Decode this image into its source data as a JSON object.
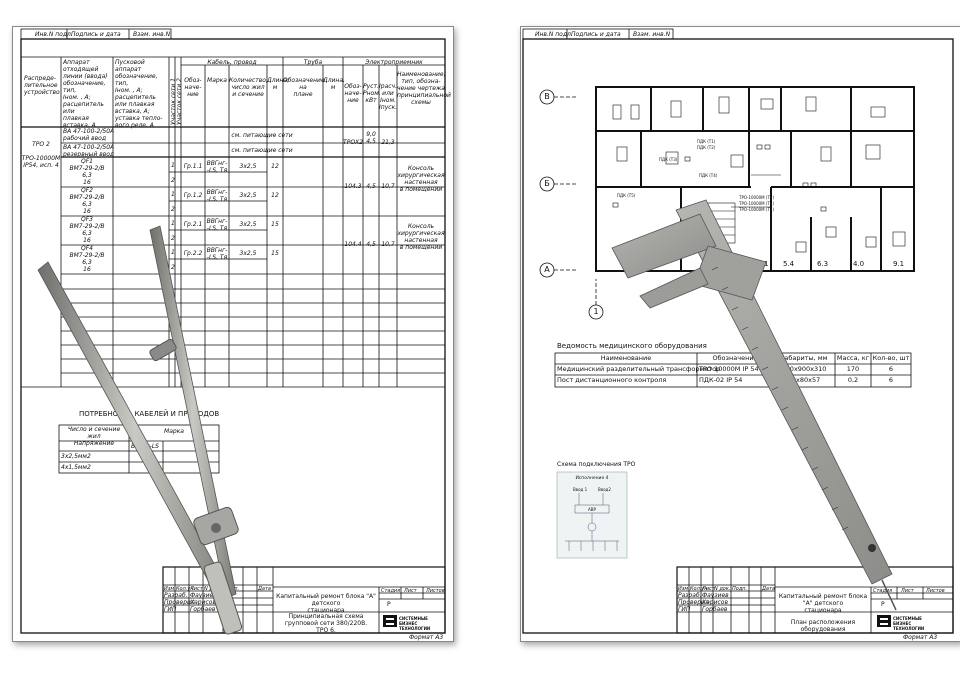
{
  "left_sheet": {
    "inv_labels": [
      "Инв.N подл.",
      "Подпись и дата",
      "Взам. инв.N"
    ],
    "headers": {
      "distribution": "Распреде-\nлительное\nустройство",
      "apparatus": "Аппарат\nотходящей\nлинии (ввода)\nобозначение,\nтип,\nIном. , А;\nрасцепитель\nили\nплавкая\nвставка, А",
      "launcher": "Пусковой\nаппарат\nобозначение,\nтип,\nIном. , А;\nрасцепитель\nили плавкая\nвставка, А;\nуставка тепло-\nвого реле, А",
      "section_num1": "Участок сети 1",
      "section_num2": "Участок сети 2",
      "cable_group": "Кабель, провод",
      "cable_designation": "Обоз-\nначе-\nние",
      "cable_mark": "Марка",
      "cable_count": "Количество,\nчисло жил\nи сечение",
      "cable_length": "Длина,\nм",
      "pipe_group": "Труба",
      "pipe_designation": "Обозначение\nна\nплане",
      "pipe_length": "Длина,\nм",
      "receiver_group": "Электроприемник",
      "rec_designation": "Обоз-\nначе-\nние",
      "rec_power": "Руст.\nРном.\nкВт",
      "rec_current": "Iрасч.\nили\nIном.\nIпуск.",
      "rec_name": "Наименование,\nтип, обозна-\nчение чертежа\nпринципиальной\nсхемы"
    },
    "device": {
      "name": "ТРО 2",
      "type": "ТРО-10000М\nIP54, исп. 4"
    },
    "inputs": [
      {
        "apparatus": "ВА 47-100-2/50А\nрабочий ввод",
        "note": "см. питающие сети"
      },
      {
        "apparatus": "ВА 47-100-2/50А\nрезервный ввод",
        "note": "см. питающие сети"
      }
    ],
    "input_receiver": {
      "designation": "ТРОХ2",
      "power": "9,0\n4,5",
      "current": "21,3"
    },
    "lines": [
      {
        "apparatus": "QF1\nВМ7-29-2/В\n6,3\n16",
        "designation": "Гр.1.1",
        "mark": "ВВГнг-\n-LS, Тя",
        "count": "3х2,5",
        "length": "12",
        "rows": [
          "1",
          "2"
        ]
      },
      {
        "apparatus": "QF2\nВМ7-29-2/В\n6,3\n16",
        "designation": "Гр.1.2",
        "mark": "ВВГнг-\n-LS, Тя",
        "count": "3х2,5",
        "length": "12",
        "rows": [
          "1",
          "2"
        ]
      },
      {
        "apparatus": "QF3\nВМ7-29-2/В\n6,3\n16",
        "designation": "Гр.2.1",
        "mark": "ВВГнг-\n-LS, Тя",
        "count": "3х2,5",
        "length": "15",
        "rows": [
          "1",
          "2"
        ]
      },
      {
        "apparatus": "QF4\nВМ7-29-2/В\n6,3\n16",
        "designation": "Гр.2.2",
        "mark": "ВВГнг-\n-LS, Тя",
        "count": "3х2,5",
        "length": "15",
        "rows": [
          "1",
          "2"
        ]
      }
    ],
    "line_receivers": [
      {
        "designation": "104.3",
        "power": "4,5",
        "current": "10,7",
        "name": "Консоль\nхирургическая\nнастенная\nв помещении"
      },
      {
        "designation": "104.4",
        "power": "4,5",
        "current": "10,7",
        "name": "Консоль\nхирургическая\nнастенная\nв помещении"
      }
    ],
    "cable_needs": {
      "title": "ПОТРЕБНОСТЬ КАБЕЛЕЙ И ПРОВОДОВ",
      "col1": "Число и сечение\nжил\nНапряжение",
      "col2": "Марка",
      "col2_sub": "ВВГнг-LS",
      "rows": [
        "3х2,5мм2",
        "4х1,5мм2"
      ]
    },
    "stamp": {
      "header_labels": [
        "Изм.",
        "Кол.уч.",
        "Лист",
        "N док.",
        "Подп.",
        "Дата"
      ],
      "roles": [
        "Разраб.",
        "Проверил",
        "ГИП"
      ],
      "names": [
        "Фаузиев",
        "Харисов",
        "Горбаев"
      ],
      "project": "Капитальный ремонт блока \"А\" детского\nстационара",
      "stage_label": "Стадия",
      "sheet_label": "Лист",
      "sheets_label": "Листов",
      "stage": "Р",
      "title": "Принципиальная схема\nгрупповой сети 380/220В.\nТРО 6.",
      "company": "СИСТЕМНЫЕ\nБИЗНЕС\nТЕХНОЛОГИИ",
      "format": "Формат А3"
    }
  },
  "right_sheet": {
    "inv_labels": [
      "Инв.N подл.",
      "Подпись и дата",
      "Взам. инв.N"
    ],
    "axis_letters": [
      "В",
      "Б",
      "А"
    ],
    "axis_number": "1",
    "room_numbers": [
      "15.1",
      "5.4",
      "6.3",
      "4.0",
      "9.1"
    ],
    "plan_labels": [
      "ТРО-10000М (Т3)",
      "ТРО-10000М (Т2)",
      "ТРО-10000М (Т1)",
      "ПДК (Т1)",
      "ПДК (Т2)",
      "ПДК (Т3)",
      "ПДК (Т4)",
      "ПДК (Т5)"
    ],
    "equipment_table": {
      "title": "Ведомость медицинского оборудования",
      "headers": [
        "Наименование",
        "Обозначение",
        "Габариты, мм",
        "Масса, кг",
        "Кол-во, шт"
      ],
      "rows": [
        [
          "Медицинский разделительный трансформатор",
          "ТРО 10000М IP 54",
          "330х900х310",
          "170",
          "6"
        ],
        [
          "Пост дистанционного контроля",
          "ПДК-02 IP 54",
          "50х80х57",
          "0,2",
          "6"
        ]
      ]
    },
    "scheme": {
      "title": "Схема подключения ТРО",
      "variant": "Исполнение 4",
      "inputs": [
        "Ввод 1",
        "Ввод2"
      ],
      "block": "АВР"
    },
    "stamp": {
      "header_labels": [
        "Изм.",
        "Кол.уч.",
        "Лист",
        "N док.",
        "Подп.",
        "Дата"
      ],
      "roles": [
        "Разраб.",
        "Проверил",
        "ГИП"
      ],
      "names": [
        "Фаузиев",
        "Харисов",
        "Горбаев"
      ],
      "project": "Капитальный ремонт блока \"А\" детского\nстационара",
      "stage_label": "Стадия",
      "sheet_label": "Лист",
      "sheets_label": "Листов",
      "stage": "Р",
      "title": "План расположения оборудования",
      "company": "СИСТЕМНЫЕ\nБИЗНЕС\nТЕХНОЛОГИИ",
      "format": "Формат А3"
    }
  },
  "colors": {
    "paper": "#ffffff",
    "ink": "#111111",
    "tool_metal": "#9a9a96",
    "tool_dark": "#6f6f6b"
  }
}
